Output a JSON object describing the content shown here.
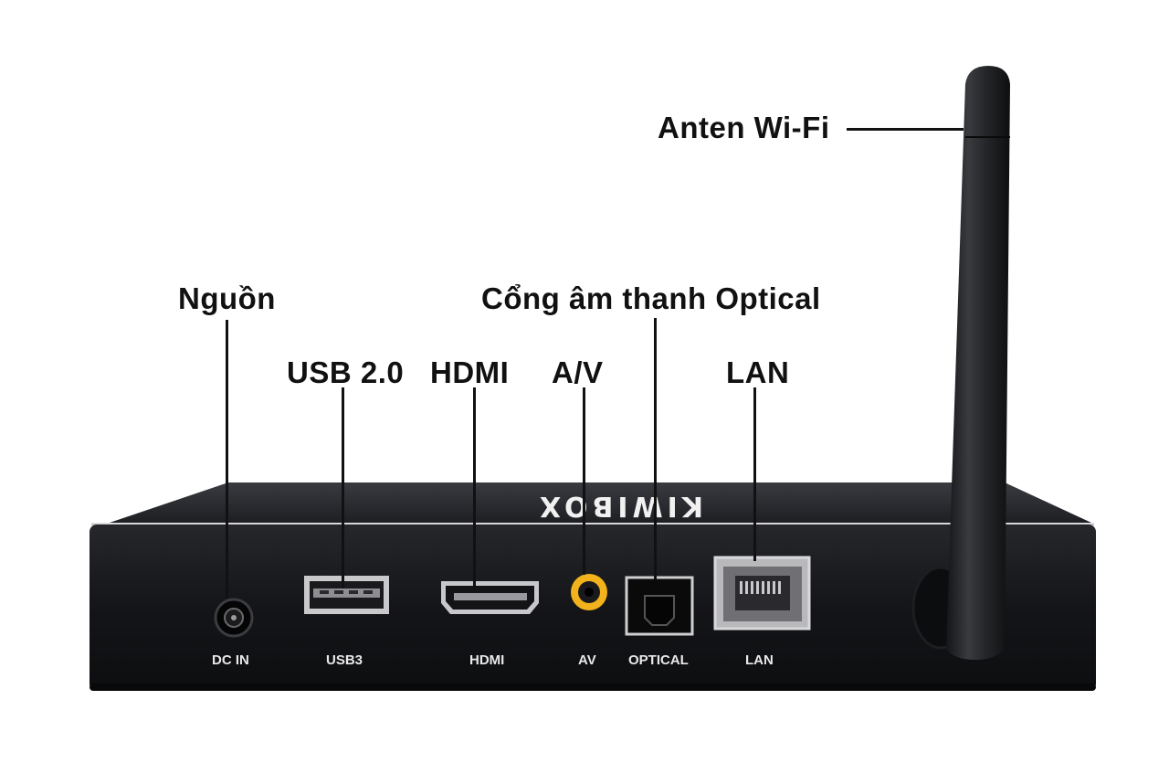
{
  "brand": {
    "logo_text": "KIWIBOX"
  },
  "callouts": {
    "antenna": "Anten Wi-Fi",
    "power": "Nguồn",
    "usb": "USB 2.0",
    "hdmi": "HDMI",
    "av": "A/V",
    "optical": "Cổng âm thanh Optical",
    "lan": "LAN"
  },
  "port_labels": {
    "dc_in": "DC IN",
    "usb3": "USB3",
    "hdmi": "HDMI",
    "av": "AV",
    "optical": "OPTICAL",
    "lan": "LAN"
  },
  "colors": {
    "device_body": "#16171a",
    "device_top": "#2b2c30",
    "av_port_ring": "#f2b21b",
    "antenna": "#1f2023",
    "callout_text": "#111111"
  }
}
